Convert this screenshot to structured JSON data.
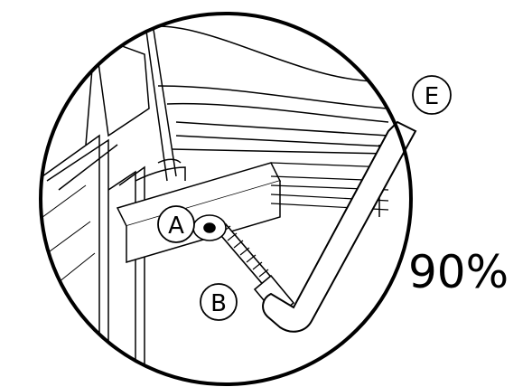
{
  "diagram": {
    "callouts": {
      "a": "A",
      "b": "B",
      "e": "E"
    },
    "tightness_label": "90%"
  },
  "colors": {
    "ink": "#000000",
    "paper": "#ffffff"
  }
}
